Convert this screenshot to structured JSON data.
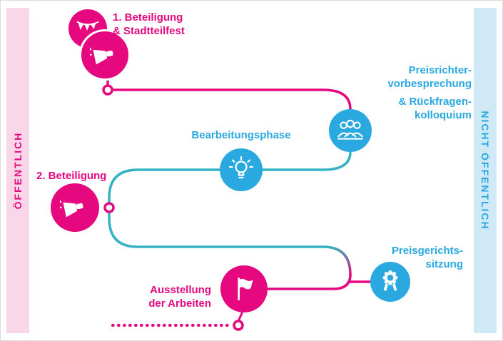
{
  "bands": {
    "left": {
      "label": "ÖFFENTLICH",
      "bg": "#f9d7e8",
      "color": "#e5087f"
    },
    "right": {
      "label": "NICHT ÖFFENTLICH",
      "bg": "#cfe9f7",
      "color": "#29a9e0"
    }
  },
  "colors": {
    "pink": "#e5087f",
    "blue": "#29a9e0",
    "teal": "#35b2c4"
  },
  "steps": {
    "beteiligung1": {
      "line1": "1. Beteiligung",
      "line2": "& Stadtteilfest",
      "icons": [
        "bunting-icon",
        "megaphone-icon"
      ],
      "color": "#e5087f"
    },
    "preisrichter": {
      "line1": "Preisrichter-",
      "line2": "vorbesprechung",
      "line3": "& Rückfragen-",
      "line4": "kolloquium",
      "icon": "jury-panel-icon",
      "color": "#29a9e0"
    },
    "bearbeitungsphase": {
      "label": "Bearbeitungsphase",
      "icon": "lightbulb-icon",
      "color": "#29a9e0"
    },
    "beteiligung2": {
      "label": "2. Beteiligung",
      "icon": "megaphone-icon",
      "color": "#e5087f"
    },
    "preisgericht": {
      "line1": "Preisgerichts-",
      "line2": "sitzung",
      "icon": "award-rosette-icon",
      "color": "#29a9e0"
    },
    "ausstellung": {
      "line1": "Ausstellung",
      "line2": "der Arbeiten",
      "icon": "flag-icon",
      "color": "#e5087f"
    }
  }
}
